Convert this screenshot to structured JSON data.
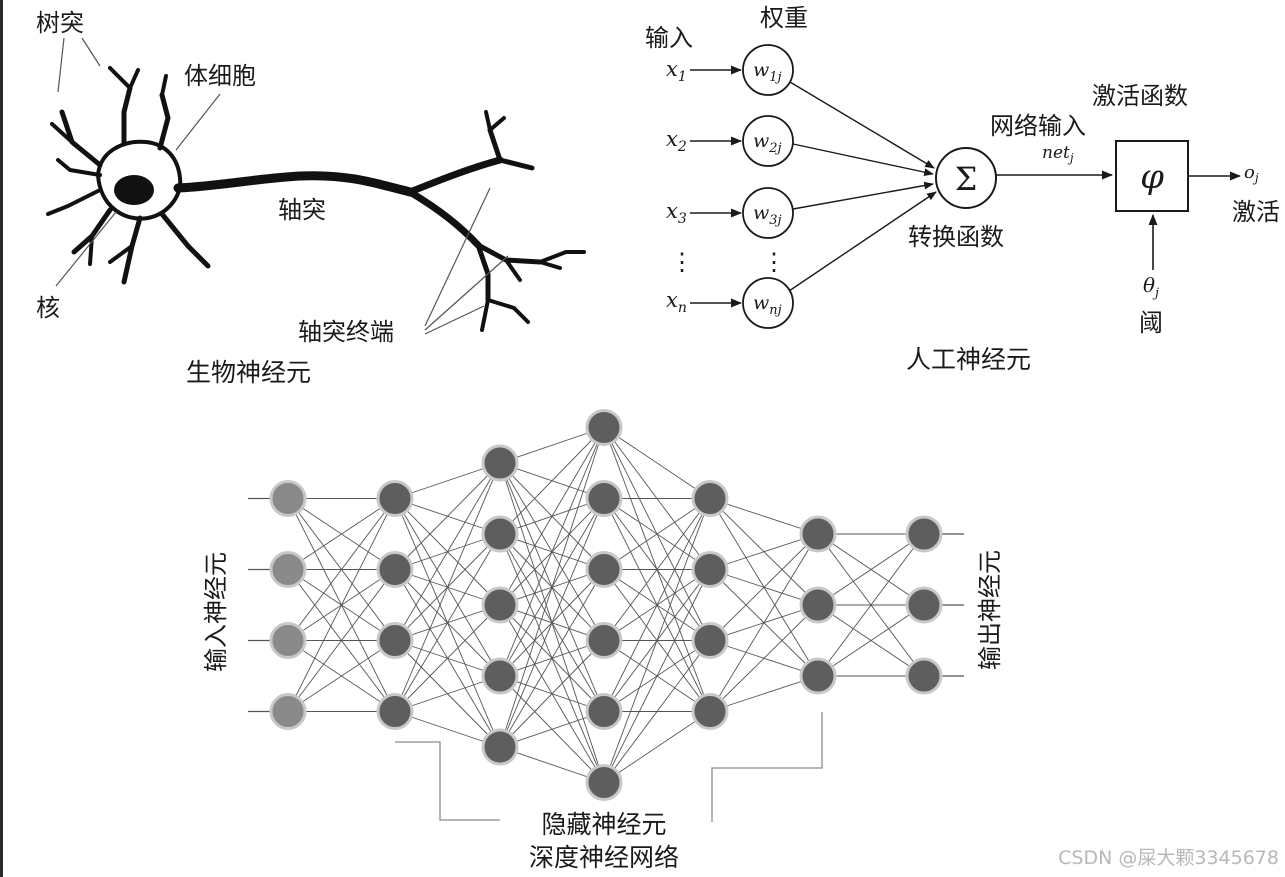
{
  "bio": {
    "dendrite": "树突",
    "soma": "体细胞",
    "nucleus": "核",
    "axon": "轴突",
    "axon_terminal": "轴突终端",
    "caption": "生物神经元"
  },
  "artificial": {
    "input_title": "输入",
    "weight_title": "权重",
    "inputs": [
      {
        "base": "x",
        "sub": "1"
      },
      {
        "base": "x",
        "sub": "2"
      },
      {
        "base": "x",
        "sub": "3"
      },
      {
        "base": "x",
        "sub": "n"
      }
    ],
    "weights": [
      {
        "base": "w",
        "sub": "1j"
      },
      {
        "base": "w",
        "sub": "2j"
      },
      {
        "base": "w",
        "sub": "3j"
      },
      {
        "base": "w",
        "sub": "nj"
      }
    ],
    "ellipsis": "⋮",
    "sum_symbol": "Σ",
    "transfer_fn": "转换函数",
    "net_input_title": "网络输入",
    "net_label": {
      "base": "net",
      "sub": "j"
    },
    "activation_fn_title": "激活函数",
    "activation_symbol": "φ",
    "output_label": {
      "base": "o",
      "sub": "j"
    },
    "output_title": "激活",
    "threshold_label": {
      "base": "θ",
      "sub": "j"
    },
    "threshold_title": "阈",
    "caption": "人工神经元"
  },
  "deep": {
    "input_label": "输入神经元",
    "output_label": "输出神经元",
    "hidden_label": "隐藏神经元",
    "caption": "深度神经网络",
    "layer_sizes": [
      4,
      4,
      5,
      6,
      4,
      3,
      3
    ],
    "colors": {
      "input_node": "#8a8a8a",
      "hidden_node": "#5e5e5e",
      "edge": "#555555"
    }
  },
  "watermark": "CSDN @屎大颗3345678"
}
